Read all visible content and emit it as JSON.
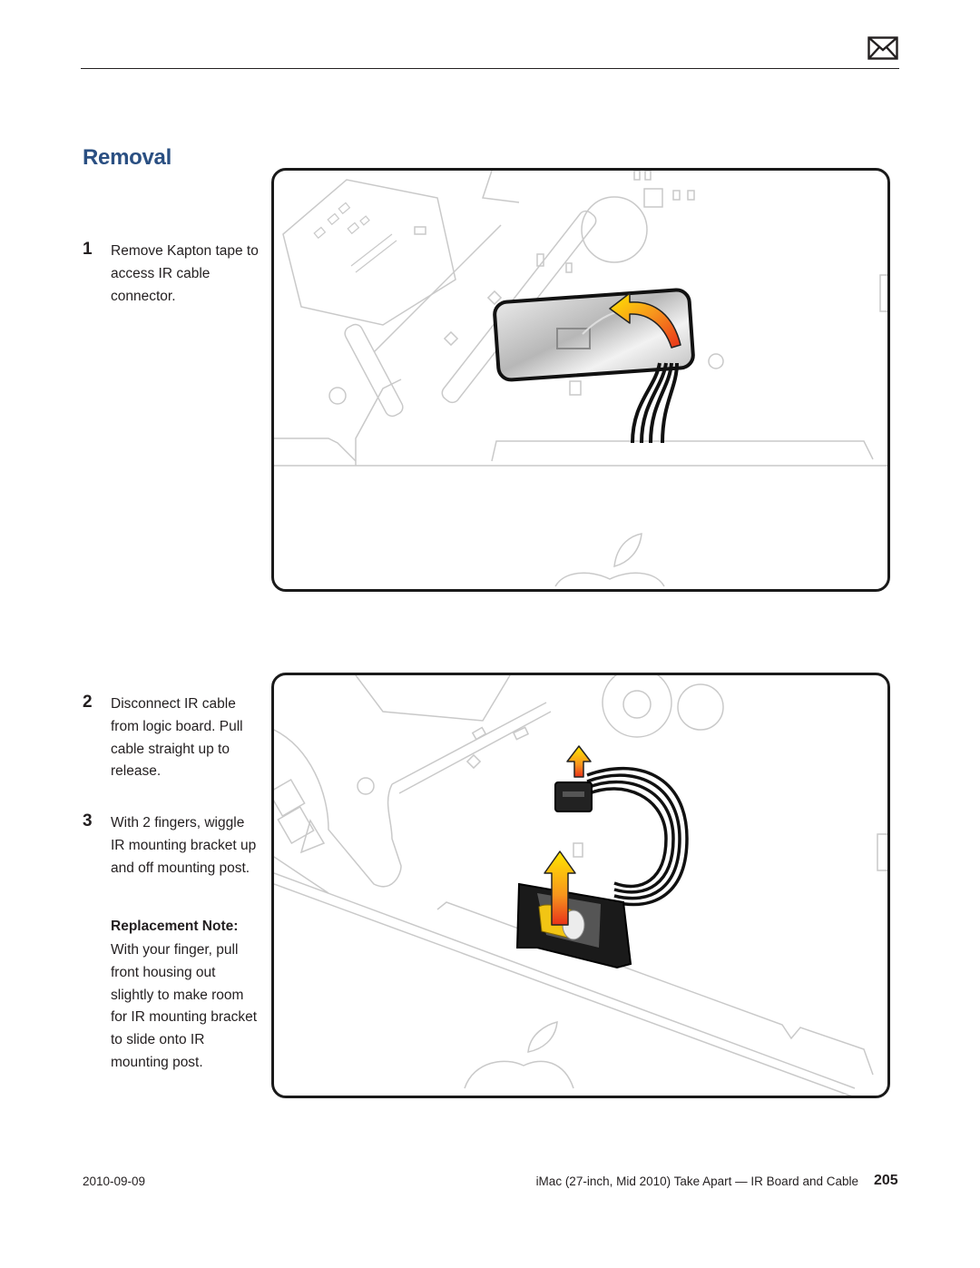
{
  "header": {
    "icon": "mail-icon"
  },
  "section": {
    "title": "Removal"
  },
  "steps": [
    {
      "number": "1",
      "text": "Remove Kapton tape to access IR cable connector."
    },
    {
      "number": "2",
      "text": "Disconnect IR cable from logic board. Pull cable straight up to release."
    },
    {
      "number": "3",
      "text": "With 2 fingers, wiggle IR mounting bracket up and off mounting post."
    }
  ],
  "note": {
    "title": "Replacement Note:",
    "text": "With your finger, pull front housing out slightly to make room for IR mounting bracket to slide onto IR mounting post."
  },
  "colors": {
    "title": "#2a4f82",
    "arrow_orange": "#f7941d",
    "arrow_yellow": "#ffe600",
    "arrow_red": "#e8311a"
  },
  "footer": {
    "date": "2010-09-09",
    "title": "iMac (27-inch, Mid 2010) Take Apart — IR Board and Cable",
    "page": "205"
  }
}
